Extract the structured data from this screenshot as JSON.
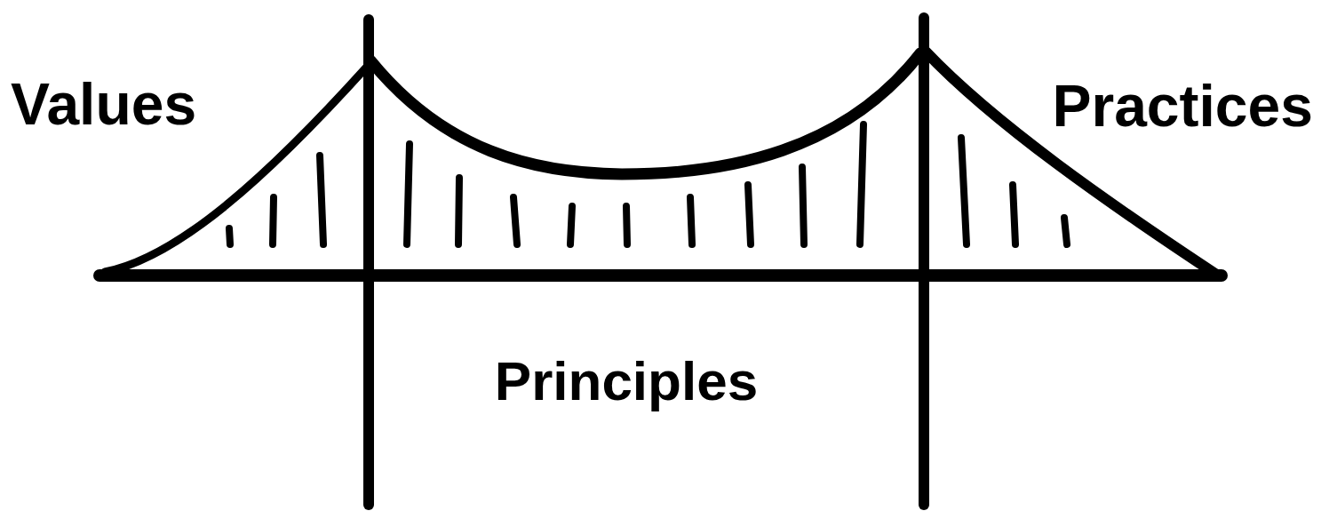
{
  "diagram": {
    "labels": [
      "Values",
      "Practices",
      "Principles"
    ]
  }
}
